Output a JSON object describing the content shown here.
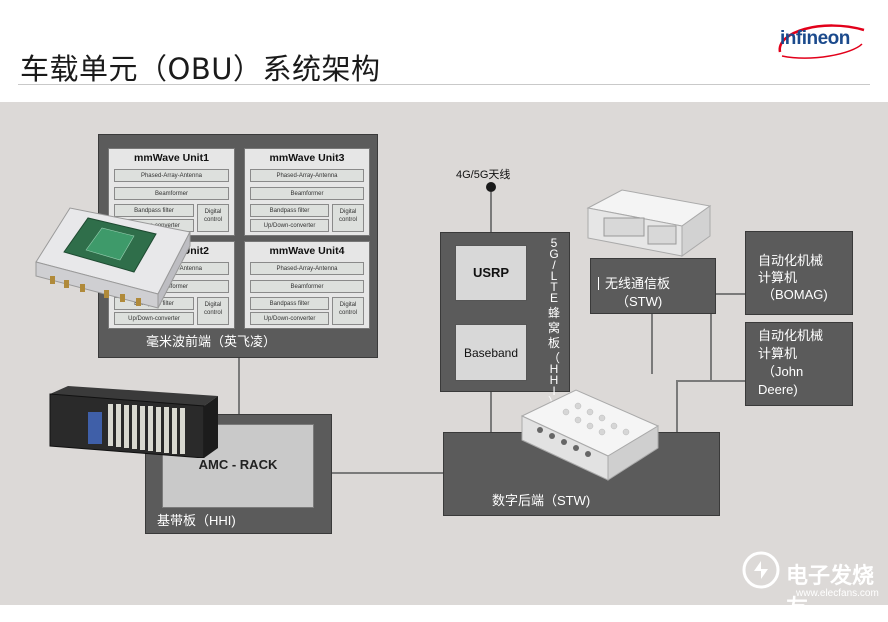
{
  "header": {
    "title": "车载单元（OBU）系统架构",
    "logo_text": "infineon"
  },
  "mmwave": {
    "front_label": "毫米波前端（英飞凌）",
    "units": [
      {
        "title": "mmWave Unit1",
        "antenna": "Phased-Array-Antenna",
        "beamformer": "Beamformer",
        "filter": "Bandpass filter",
        "converter": "Up/Down-converter",
        "digital": "Digital control"
      },
      {
        "title": "mmWave Unit3",
        "antenna": "Phased-Array-Antenna",
        "beamformer": "Beamformer",
        "filter": "Bandpass filter",
        "converter": "Up/Down-converter",
        "digital": "Digital control"
      },
      {
        "title": "mmWave Unit2",
        "antenna": "Phased-Array-Antenna",
        "beamformer": "Beamformer",
        "filter": "Bandpass filter",
        "converter": "Up/Down-converter",
        "digital": "Digital control"
      },
      {
        "title": "mmWave Unit4",
        "antenna": "Phased-Array-Antenna",
        "beamformer": "Beamformer",
        "filter": "Bandpass filter",
        "converter": "Up/Down-converter",
        "digital": "Digital control"
      }
    ]
  },
  "baseband": {
    "rack": "AMC - RACK",
    "label": "基带板（HHI)"
  },
  "cellular": {
    "antenna": "4G/5G天线",
    "usrp": "USRP",
    "baseband": "Baseband",
    "vertical": [
      "5",
      "G",
      "/",
      "L",
      "T",
      "E",
      "蜂",
      "窝",
      "板",
      "（",
      "H",
      "H",
      "I",
      "）"
    ]
  },
  "wireless": {
    "label": "无线通信板",
    "sub": "（STW)"
  },
  "digital_backend": {
    "label": "数字后端（STW)"
  },
  "computers": [
    {
      "line1": "自动化机械",
      "line2": "计算机",
      "line3": "（BOMAG)"
    },
    {
      "line1": "自动化机械",
      "line2": "计算机",
      "line3": "（John",
      "line4": "Deere)"
    }
  ],
  "watermark": {
    "text": "电子发烧友",
    "url": "www.elecfans.com"
  }
}
